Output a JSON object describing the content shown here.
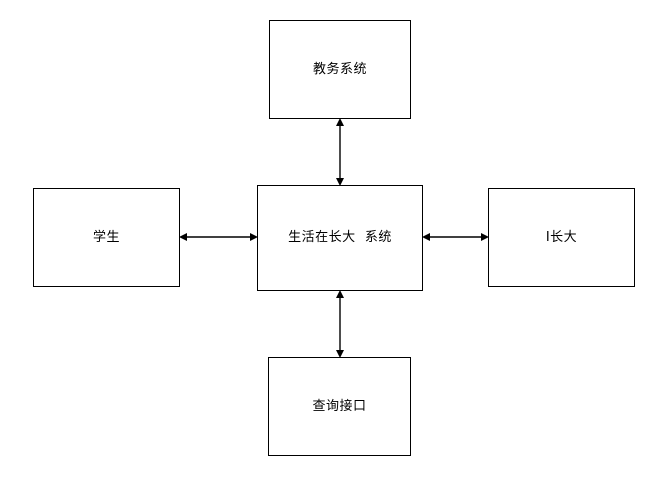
{
  "diagram": {
    "type": "context-diagram",
    "background_color": "#ffffff",
    "line_color": "#000000",
    "nodes": {
      "top": {
        "label": "教务系统"
      },
      "left": {
        "label": "学生"
      },
      "center": {
        "label": "生活在长大  系统"
      },
      "right": {
        "label": "I长大"
      },
      "bottom": {
        "label": "查询接口"
      }
    },
    "connectors": [
      {
        "name": "center-to-top",
        "from": "center",
        "to": "top",
        "orientation": "vertical",
        "arrowheads": "both"
      },
      {
        "name": "center-to-bottom",
        "from": "center",
        "to": "bottom",
        "orientation": "vertical",
        "arrowheads": "both"
      },
      {
        "name": "left-to-center",
        "from": "left",
        "to": "center",
        "orientation": "horizontal",
        "arrowheads": "both"
      },
      {
        "name": "center-to-right",
        "from": "center",
        "to": "right",
        "orientation": "horizontal",
        "arrowheads": "both"
      }
    ]
  }
}
